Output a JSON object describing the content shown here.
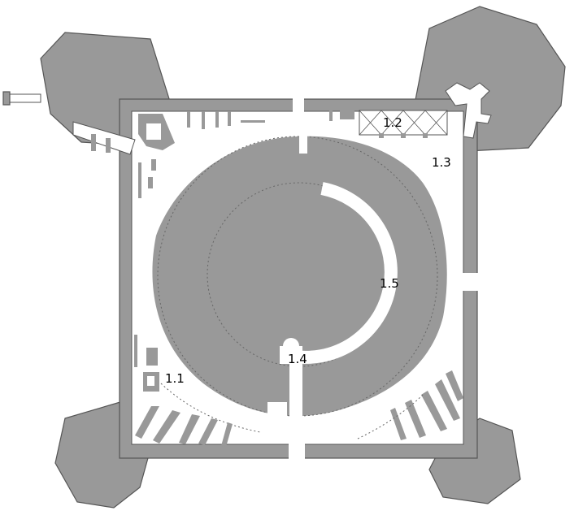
{
  "plan": {
    "labels": {
      "l11": "1.1",
      "l12": "1.2",
      "l13": "1.3",
      "l14": "1.4",
      "l15": "1.5"
    }
  },
  "colors": {
    "mass": "#999999",
    "background": "#ffffff",
    "outline": "#555555"
  }
}
